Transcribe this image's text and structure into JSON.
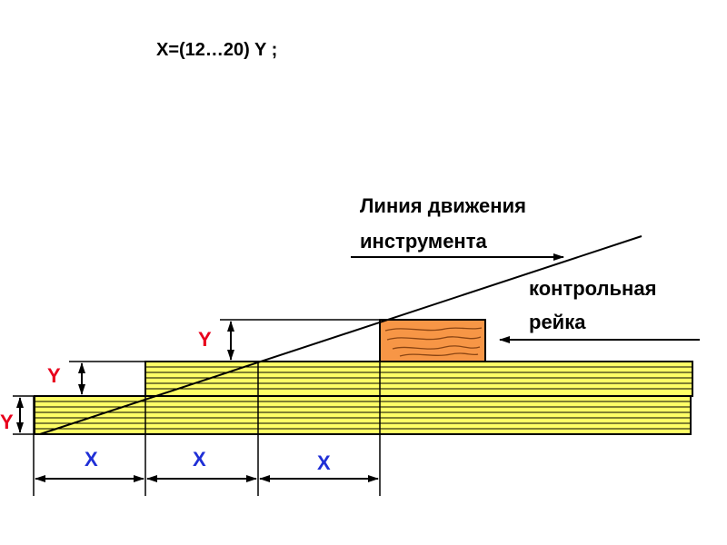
{
  "formula": "X=(12…20) Y ;",
  "labels": {
    "tool_line": [
      "Линия движения",
      "инструмента"
    ],
    "control_rail": [
      "контрольная",
      "рейка"
    ]
  },
  "dimensions": {
    "y_label": "Y",
    "x_label": "X"
  },
  "colors": {
    "board_fill": "#ffff66",
    "rail_fill": "#f79646",
    "rail_grain": "#8b4513",
    "y_label": "#e8001c",
    "x_label": "#1f2fd6",
    "line": "#000000"
  }
}
